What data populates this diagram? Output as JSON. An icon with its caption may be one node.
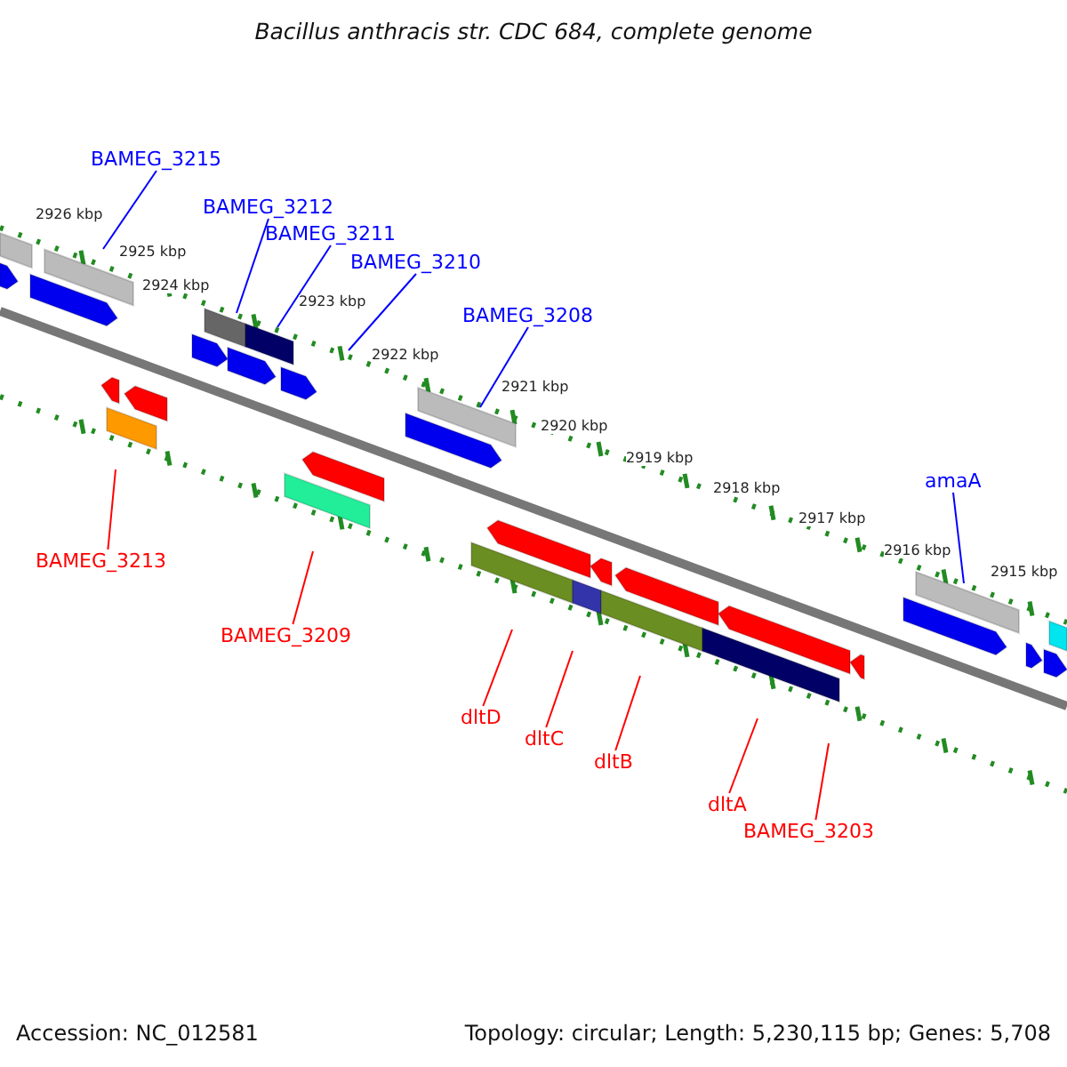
{
  "diagram": {
    "title": "Bacillus anthracis str. CDC 684, complete genome",
    "nodes": [
      {
        "text": [
          "BAMEG_3215"
        ]
      },
      {
        "text": [
          "BAMEG_3212"
        ]
      },
      {
        "text": [
          "BAMEG_3211"
        ]
      },
      {
        "text": [
          "BAMEG_3210"
        ]
      },
      {
        "text": [
          "BAMEG_3208"
        ]
      },
      {
        "text": [
          "amaA"
        ]
      },
      {
        "text": [
          "BAMEG_3213"
        ]
      },
      {
        "text": [
          "BAMEG_3209"
        ]
      },
      {
        "text": [
          "dltD"
        ]
      },
      {
        "text": [
          "dltC"
        ]
      },
      {
        "text": [
          "dltB"
        ]
      },
      {
        "text": [
          "dltA"
        ]
      },
      {
        "text": [
          "BAMEG_3203"
        ]
      }
    ],
    "edges": [
      {
        "from": 0,
        "to": null,
        "arrow": "none",
        "color": "#0000ff"
      },
      {
        "from": 1,
        "to": null,
        "arrow": "none",
        "color": "#0000ff"
      },
      {
        "from": 2,
        "to": null,
        "arrow": "none",
        "color": "#0000ff"
      },
      {
        "from": 3,
        "to": null,
        "arrow": "none",
        "color": "#0000ff"
      },
      {
        "from": 4,
        "to": null,
        "arrow": "none",
        "color": "#0000ff"
      },
      {
        "from": 5,
        "to": null,
        "arrow": "none",
        "color": "#0000ff"
      },
      {
        "from": 6,
        "to": null,
        "arrow": "none"
      },
      {
        "from": 7,
        "to": null,
        "arrow": "none"
      },
      {
        "from": 8,
        "to": null,
        "arrow": "none"
      },
      {
        "from": 9,
        "to": null,
        "arrow": "none"
      },
      {
        "from": 10,
        "to": null,
        "arrow": "none"
      },
      {
        "from": 11,
        "to": null,
        "arrow": "none"
      },
      {
        "from": 12,
        "to": null,
        "arrow": "none"
      }
    ],
    "labels": [
      "2926 kbp",
      "2925 kbp",
      "2924 kbp",
      "2923 kbp",
      "2922 kbp",
      "2921 kbp",
      "2920 kbp",
      "2919 kbp",
      "2918 kbp",
      "2917 kbp",
      "2916 kbp",
      "2915 kbp",
      "Accession: NC_012581",
      "Topology: circular; Length: 5,230,115 bp; Genes: 5,708"
    ]
  }
}
